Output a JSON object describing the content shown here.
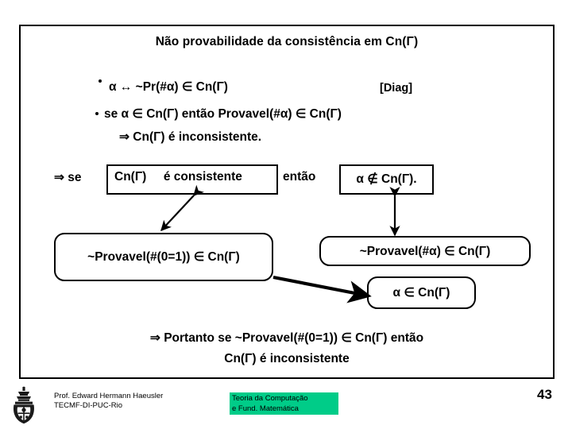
{
  "slide": {
    "title": "Não provabilidade da consistência em Cn(Γ)",
    "page_number": "43"
  },
  "bullets": [
    {
      "text": "α ↔ ~Pr(#α)  ∈ Cn(Γ)",
      "tag": "[Diag]"
    },
    {
      "text": "se α ∈ Cn(Γ)  então Provavel(#α) ∈  Cn(Γ)"
    }
  ],
  "sub_conclusion": "⇒  Cn(Γ) é inconsistente.",
  "implication_row": {
    "prefix": "⇒  se",
    "box_left_part1": "Cn(Γ)",
    "box_left_part2": "é consistente",
    "connector": "então",
    "box_right": "α ∉ Cn(Γ)."
  },
  "boxes": {
    "provavel_zero_one": "~Provavel(#(0=1)) ∈ Cn(Γ)",
    "provavel_alpha": "~Provavel(#α) ∈ Cn(Γ)",
    "alpha_in": "α ∈ Cn(Γ)"
  },
  "conclusion": {
    "line1": "⇒ Portanto se ~Provavel(#(0=1)) ∈ Cn(Γ)  então",
    "line2": "Cn(Γ) é inconsistente"
  },
  "footer": {
    "author_line1": "Prof. Edward Hermann Haeusler",
    "author_line2": "TECMF-DI-PUC-Rio",
    "subject_line1": "Teoria da Computação",
    "subject_line2": "e Fund. Matemática",
    "subject_bg_color": "#00CC88",
    "logo_name": "puc-rio-crest-logo"
  }
}
